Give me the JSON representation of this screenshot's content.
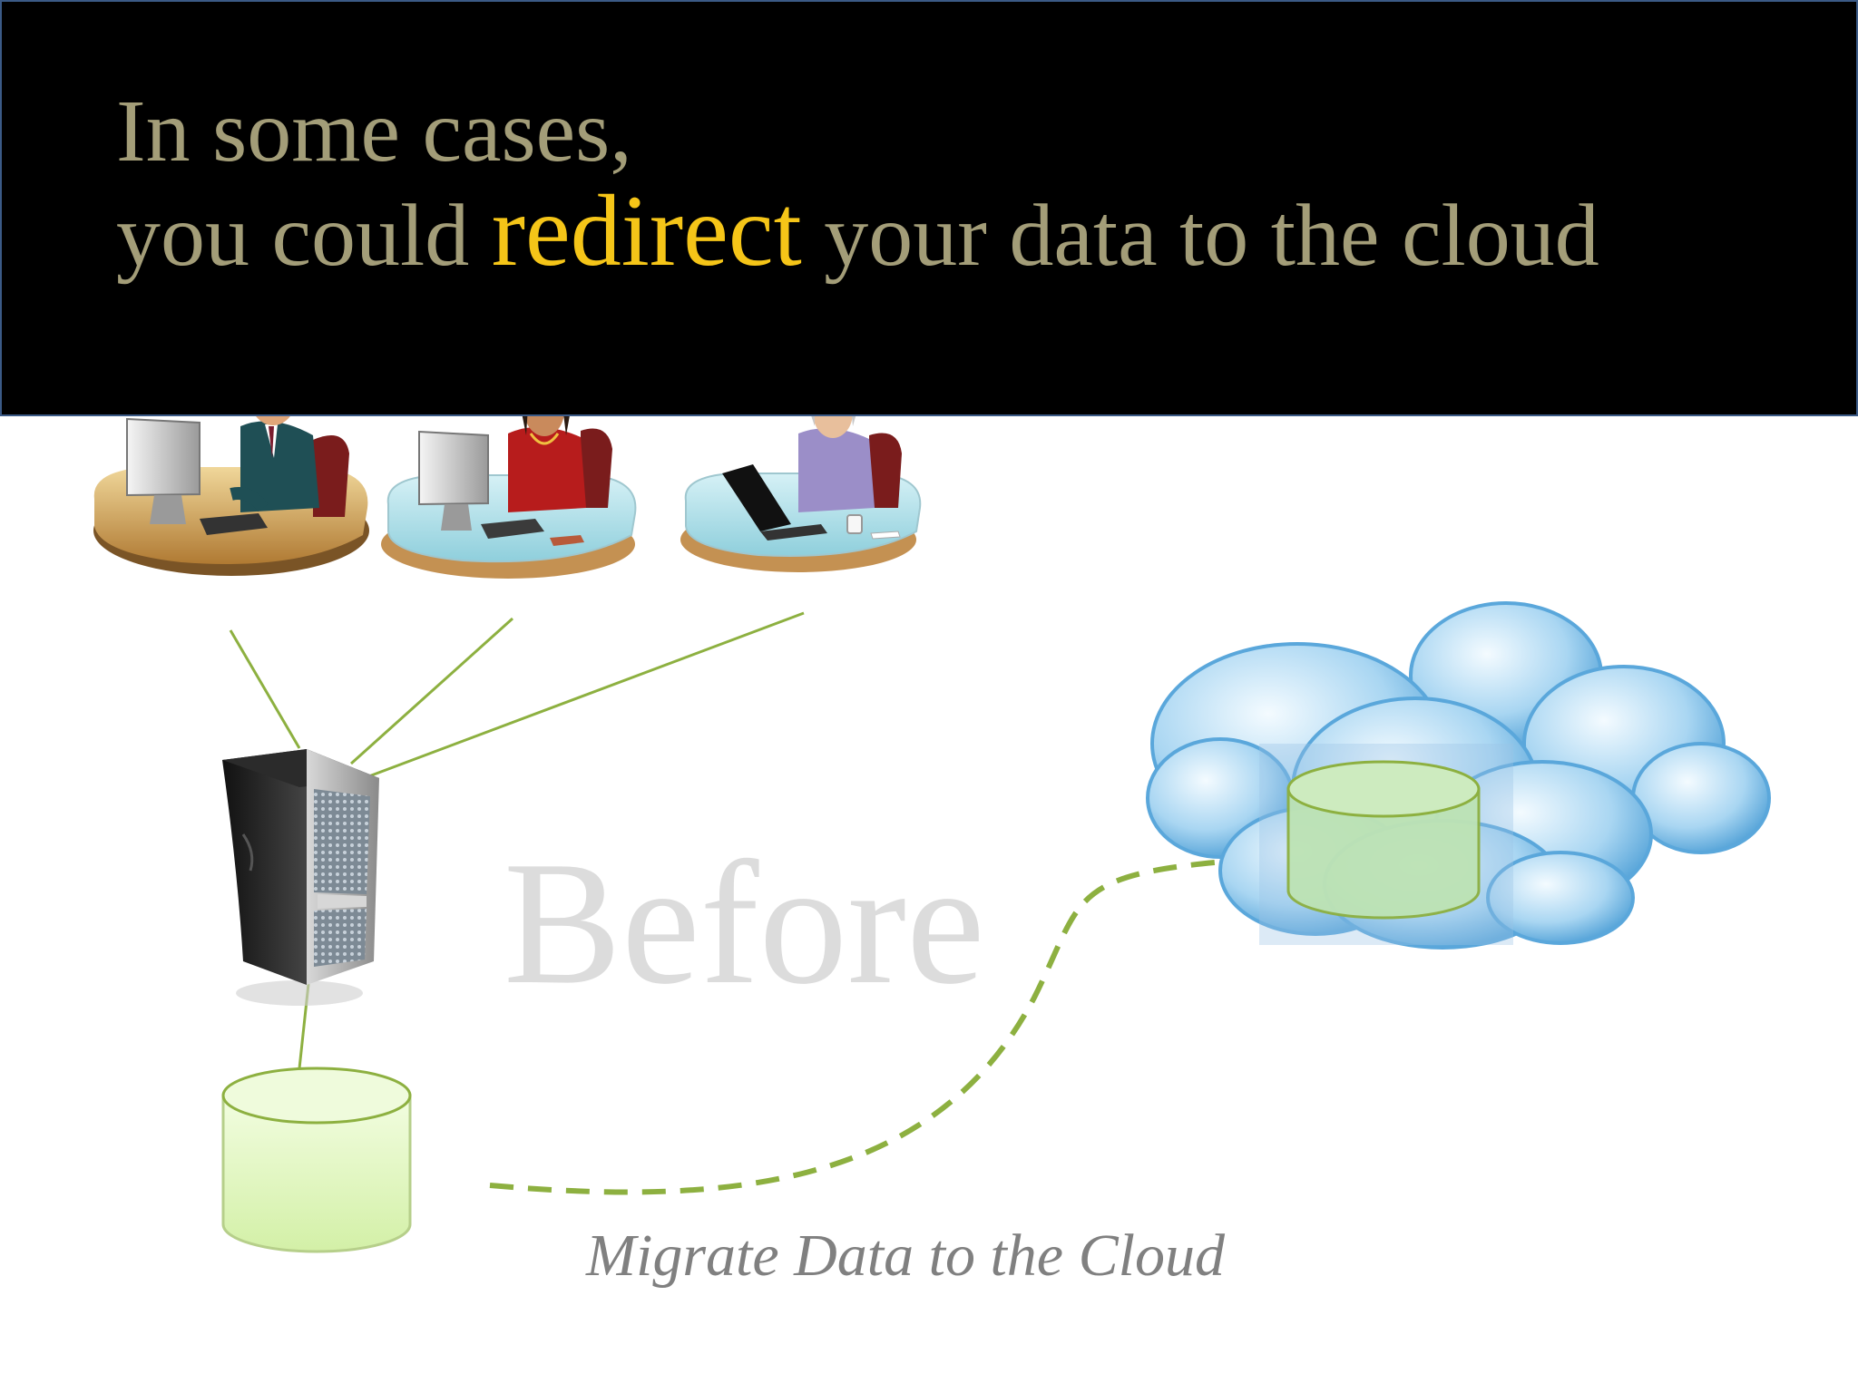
{
  "slide": {
    "title_line1": "In some cases,",
    "title_line2_before": "you could ",
    "title_highlight": "redirect",
    "title_line2_after": " your data to the cloud",
    "watermark": "Before",
    "caption": "Migrate Data to the Cloud"
  },
  "colors": {
    "header_bg": "#000000",
    "title_text": "#a39d78",
    "highlight": "#f5c518",
    "connector": "#8db040",
    "database_fill": "#e4f7c6",
    "cloud": "#6fb5e3"
  },
  "icons": [
    "workstation-man-icon",
    "workstation-woman-icon",
    "workstation-senior-woman-icon",
    "server-icon",
    "database-icon",
    "cloud-icon",
    "cloud-database-icon"
  ]
}
